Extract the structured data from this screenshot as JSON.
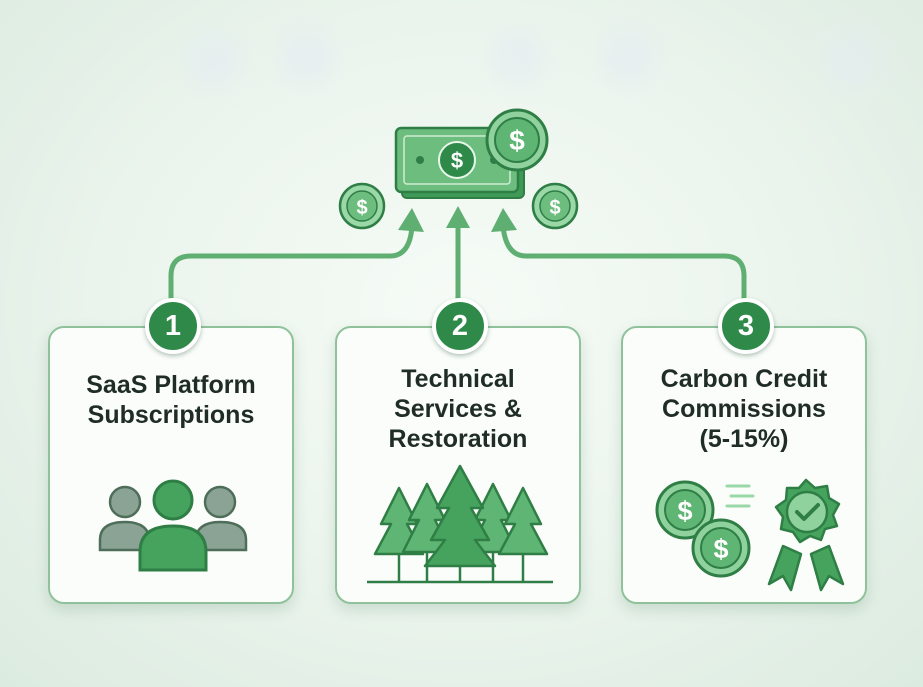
{
  "colors": {
    "accent": "#2f8a4a",
    "accent_light": "#7fc48f",
    "card_border": "#8fc29b",
    "connector": "#5fae72",
    "text": "#1f2d24"
  },
  "top_icon": "money-stack-icon",
  "streams": [
    {
      "number": "1",
      "title_lines": [
        "SaaS Platform",
        "Subscriptions"
      ],
      "icon": "users-group-icon"
    },
    {
      "number": "2",
      "title_lines": [
        "Technical",
        "Services &",
        "Restoration"
      ],
      "icon": "forest-trees-icon"
    },
    {
      "number": "3",
      "title_lines": [
        "Carbon Credit",
        "Commissions",
        "(5-15%)"
      ],
      "icon": "coins-award-ribbon-icon"
    }
  ]
}
